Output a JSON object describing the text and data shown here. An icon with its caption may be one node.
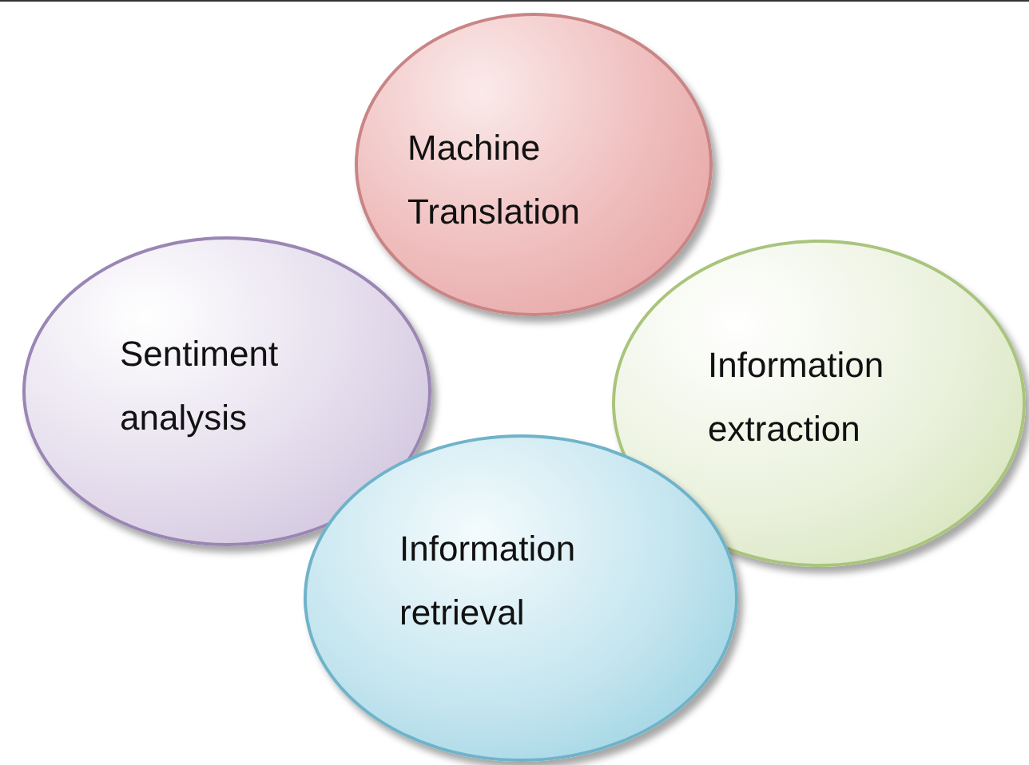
{
  "diagram": {
    "nodes": [
      {
        "text": [
          "Sentiment analysis"
        ]
      },
      {
        "text": [
          "Information extraction"
        ]
      },
      {
        "text": [
          "Machine Translation"
        ]
      },
      {
        "text": [
          "Information retrieval"
        ]
      }
    ]
  }
}
